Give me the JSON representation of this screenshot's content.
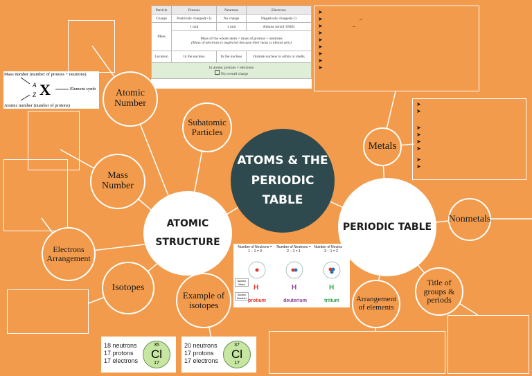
{
  "center_title": [
    "ATOMS & THE",
    "PERIODIC TABLE"
  ],
  "atomic_structure": [
    "ATOMIC",
    "STRUCTURE"
  ],
  "periodic_table": "PERIODIC TABLE",
  "nodes": {
    "atomic_number": "Atomic Number",
    "subatomic_particles": "Subatomic Particles",
    "mass_number": "Mass Number",
    "electrons_arrangement": "Electrons Arrangement",
    "isotopes": "Isotopes",
    "example_isotopes": "Example of isotopes",
    "metals": "Metals",
    "nonmetals": "Nonmetals",
    "arrangement_elements": "Arrangement of elements",
    "title_groups": "Title of groups & periods"
  },
  "notation": {
    "mass_label": "Mass number (number of protons + neutrons)",
    "symbol": "X",
    "a": "A",
    "z": "Z",
    "element_label": "Element symb",
    "atomic_label": "Atomic number (number of protons)"
  },
  "subatomic_table": {
    "headers": [
      "Particle",
      "Protons",
      "Neutrons",
      "Electrons"
    ],
    "charge": [
      "Charge",
      "Positively charged(+1)",
      "No charge",
      "Negatively charged(-1)"
    ],
    "mass": [
      "Mass",
      "1 unit",
      "1 unit",
      "Almost zero(1/1840)"
    ],
    "mass_note1": "Mass of the whole atom = mass of protons + neutrons",
    "mass_note2": "(Mass of electrons is neglected because their mass is almost zero)",
    "location": [
      "Location",
      "In the nucleus",
      "In the nucleus",
      "Outside nucleus in orbits or shells"
    ],
    "footer1": "In atoms: protons = electrons",
    "footer2": "No overall charge"
  },
  "isotope_image": {
    "headers": [
      "Number of Neutrons = 1 − 1 = 0",
      "Number of Neutrons = 2 − 1 = 1",
      "Number of Neutrons = 3 − 1 = 2"
    ],
    "atomic_mass": "Atomic Mass",
    "atomic_number": "Atomic Number",
    "names": [
      "protium",
      "deuterium",
      "tritium"
    ],
    "symbol": "H"
  },
  "chlorine": [
    {
      "neutrons": "18 neutrons",
      "protons": "17 protons",
      "electrons": "17 electrons",
      "mass": "35",
      "symbol": "Cl",
      "number": "17"
    },
    {
      "neutrons": "20 neutrons",
      "protons": "17 protons",
      "electrons": "17 electrons",
      "mass": "37",
      "symbol": "Cl",
      "number": "17"
    }
  ],
  "colors": {
    "background": "#F29B4C",
    "center": "#2E4A4E",
    "protium": "#E0342B",
    "deuterium": "#8E3C9A",
    "tritium": "#2E9E45",
    "chlorine": "#C6E6A2"
  }
}
